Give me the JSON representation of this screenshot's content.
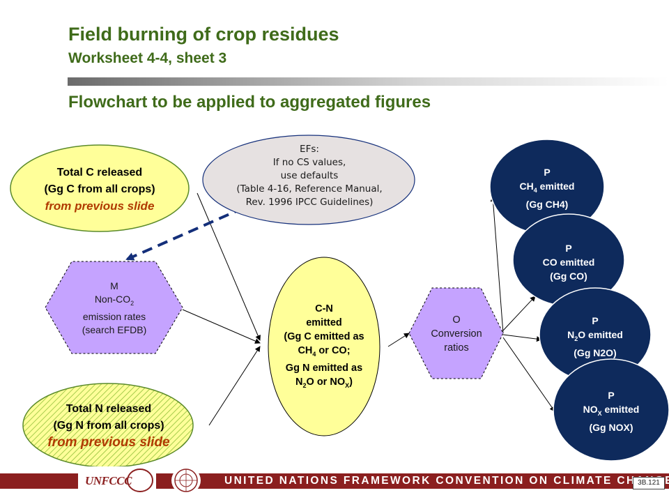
{
  "header": {
    "title": "Field burning of crop residues",
    "subtitle": "Worksheet 4-4, sheet 3",
    "section_title": "Flowchart to be applied to aggregated figures"
  },
  "nodes": {
    "total_c": {
      "line1": "Total C released",
      "line2": "(Gg C from all crops)",
      "note": "from previous slide"
    },
    "efs": {
      "line1": "EFs:",
      "line2": "If no CS values,",
      "line3": "use defaults",
      "line4": "(Table 4-16, Reference Manual,",
      "line5": "Rev. 1996 IPCC Guidelines)"
    },
    "m_rates": {
      "code": "M",
      "name": "Non-CO",
      "name_sub": "2",
      "line2": "emission rates",
      "line3": "(search EFDB)"
    },
    "total_n": {
      "line1": "Total N released",
      "line2": "(Gg N from all crops)",
      "note": "from previous slide"
    },
    "cn": {
      "line1": "C-N",
      "line2": "emitted",
      "line3": "(Gg C emitted as",
      "line4_a": "CH",
      "line4_sub": "4",
      "line4_b": " or CO;",
      "line5": "Gg N emitted as",
      "line6_a": "N",
      "line6_sub": "2",
      "line6_b": "O or NO",
      "line6_sub2": "X",
      "line6_c": ")"
    },
    "o_ratios": {
      "code": "O",
      "line1": "Conversion",
      "line2": "ratios"
    },
    "p_ch4": {
      "code": "P",
      "a": "CH",
      "sub": "4",
      "b": " emitted",
      "unit": "(Gg CH4)"
    },
    "p_co": {
      "code": "P",
      "line1": "CO emitted",
      "unit": "(Gg CO)"
    },
    "p_n2o": {
      "code": "P",
      "a": "N",
      "sub": "2",
      "b": "O emitted",
      "unit": "(Gg N2O)"
    },
    "p_nox": {
      "code": "P",
      "a": "NO",
      "sub": "X",
      "b": " emitted",
      "unit": "(Gg NOX)"
    }
  },
  "footer": {
    "org_text": "UNITED NATIONS FRAMEWORK CONVENTION ON CLIMATE CHANGE",
    "logo_text": "UNFCCC",
    "page": "3B.121"
  },
  "colors": {
    "title_green": "#3f6b1a",
    "yellow_fill": "#ffff99",
    "green_border": "#5a8a2a",
    "lavender": "#c5a3ff",
    "navy": "#0e2a5c",
    "note_red": "#b03a00",
    "ef_fill": "#e6e1e1",
    "footer_red": "#8b1f1f"
  }
}
